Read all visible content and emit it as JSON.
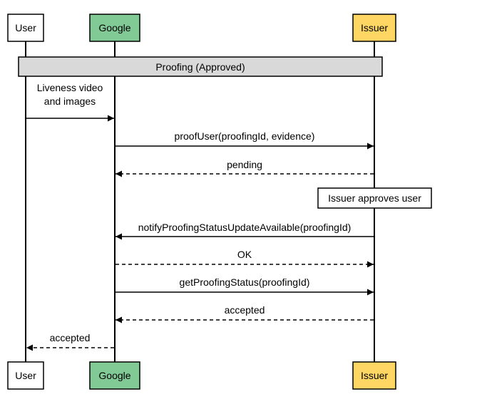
{
  "participants": {
    "user": {
      "label": "User",
      "fill": "#ffffff"
    },
    "google": {
      "label": "Google",
      "fill": "#81c995"
    },
    "issuer": {
      "label": "Issuer",
      "fill": "#fdd663"
    }
  },
  "section": {
    "label": "Proofing (Approved)",
    "fill": "#d9d9d9"
  },
  "note": {
    "label": "Issuer approves user"
  },
  "messages": [
    {
      "id": "m1",
      "lines": [
        "Liveness video",
        "and images"
      ],
      "style": "solid"
    },
    {
      "id": "m2",
      "lines": [
        "proofUser(proofingId, evidence)"
      ],
      "style": "solid"
    },
    {
      "id": "m3",
      "lines": [
        "pending"
      ],
      "style": "dashed"
    },
    {
      "id": "m4",
      "lines": [
        "notifyProofingStatusUpdateAvailable(proofingId)"
      ],
      "style": "solid"
    },
    {
      "id": "m5",
      "lines": [
        "OK"
      ],
      "style": "dashed"
    },
    {
      "id": "m6",
      "lines": [
        "getProofingStatus(proofingId)"
      ],
      "style": "solid"
    },
    {
      "id": "m7",
      "lines": [
        "accepted"
      ],
      "style": "dashed"
    },
    {
      "id": "m8",
      "lines": [
        "accepted"
      ],
      "style": "dashed"
    }
  ]
}
